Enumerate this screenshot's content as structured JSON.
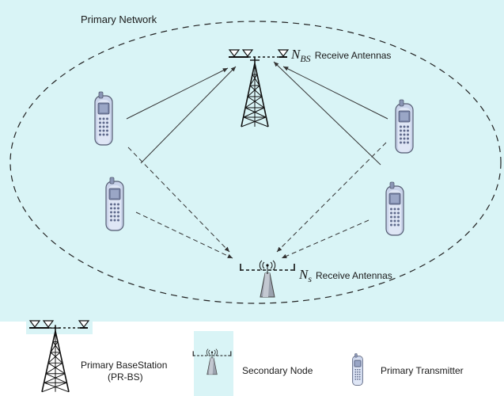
{
  "diagram": {
    "region_label": "Primary Network",
    "bs_antenna": {
      "symbol": "N",
      "subscript": "BS",
      "text": "Receive Antennas"
    },
    "sn_antenna": {
      "symbol": "N",
      "subscript": "s",
      "text": "Receive Antennas"
    },
    "icons": {
      "base_station": "cell-tower-icon",
      "secondary_node": "secondary-node-antenna-icon",
      "transmitter": "mobile-phone-icon"
    },
    "colors": {
      "background": "#d9f4f6",
      "line": "#333333",
      "phone_body": "#c9d3ea",
      "phone_dark": "#7b87a8"
    }
  },
  "legend": {
    "base_station_line1": "Primary BaseStation",
    "base_station_line2": "(PR-BS)",
    "secondary_node": "Secondary Node",
    "transmitter": "Primary Transmitter"
  }
}
